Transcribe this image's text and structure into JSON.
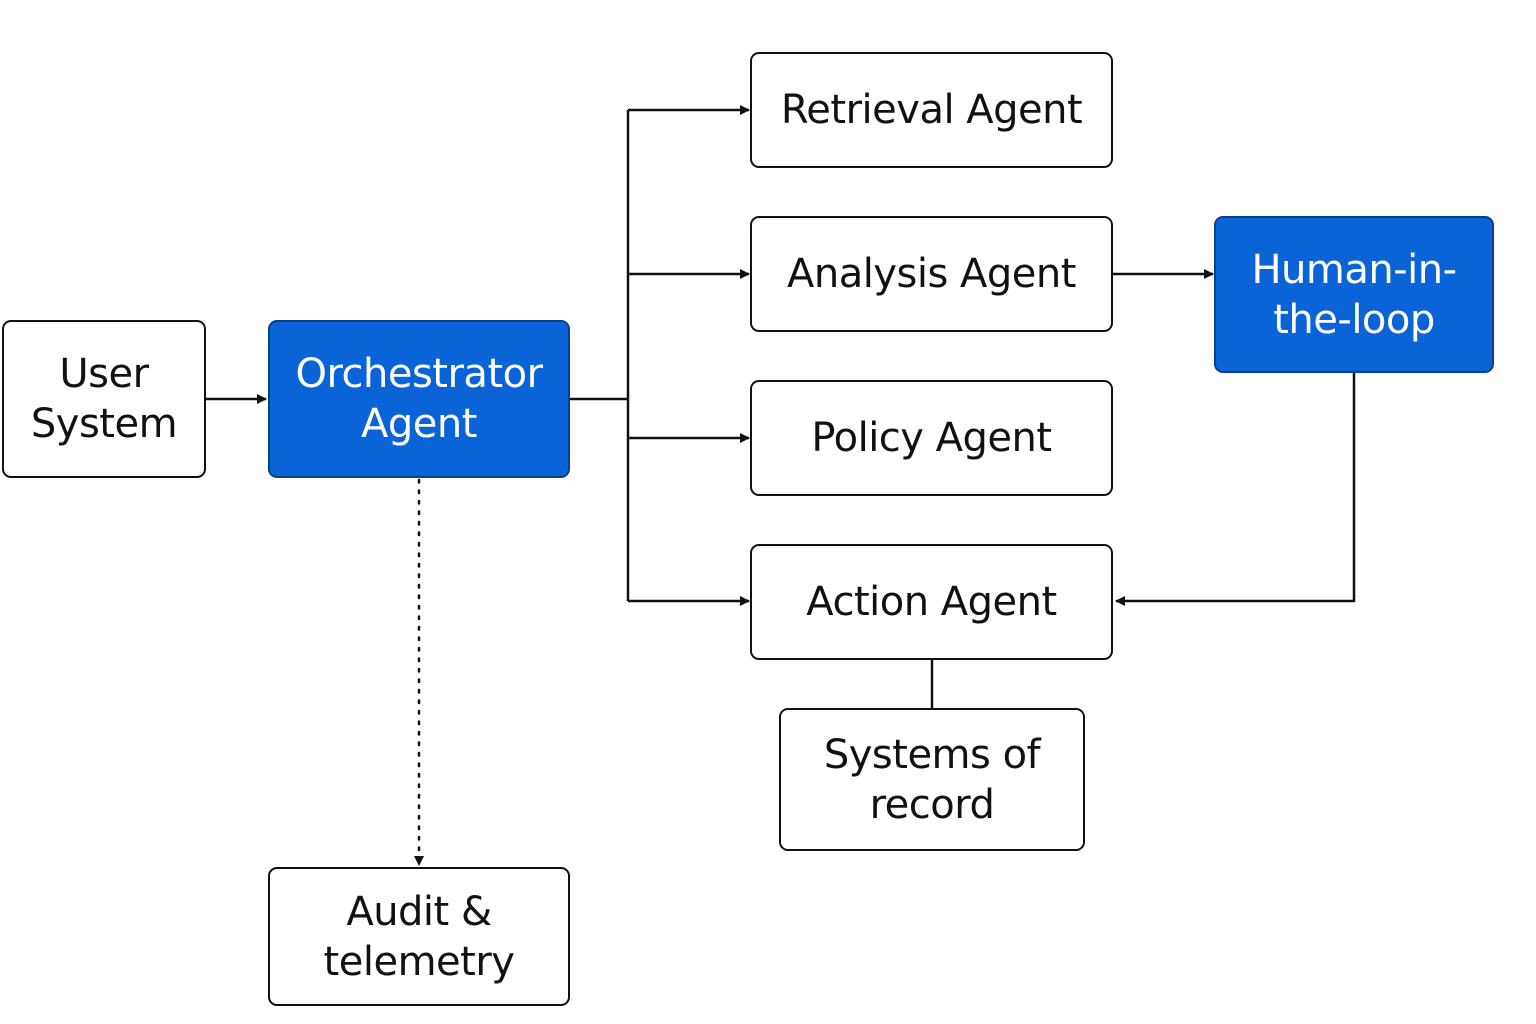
{
  "diagram": {
    "colors": {
      "primary_fill": "#0b63d8",
      "primary_border": "#0a3f8c",
      "default_fill": "#ffffff",
      "line": "#111111"
    },
    "nodes": {
      "user_system": {
        "label": "User\nSystem"
      },
      "orchestrator": {
        "label": "Orchestrator\nAgent"
      },
      "retrieval": {
        "label": "Retrieval Agent"
      },
      "analysis": {
        "label": "Analysis Agent"
      },
      "policy": {
        "label": "Policy Agent"
      },
      "action": {
        "label": "Action Agent"
      },
      "human": {
        "label": "Human-in-\nthe-loop"
      },
      "systems_of_record": {
        "label": "Systems of\nrecord"
      },
      "audit": {
        "label": "Audit &\ntelemetry"
      }
    }
  }
}
